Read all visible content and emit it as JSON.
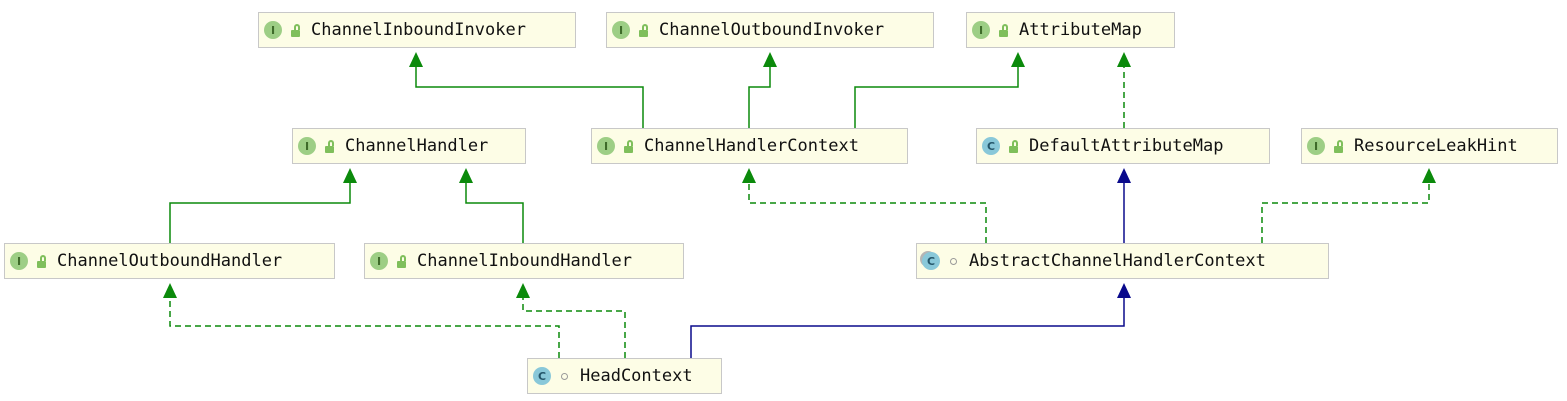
{
  "diagram": {
    "nodes": [
      {
        "id": "ChannelInboundInvoker",
        "label": "ChannelInboundInvoker",
        "kind": "interface",
        "kind_icon": "interface-icon",
        "visibility": "public"
      },
      {
        "id": "ChannelOutboundInvoker",
        "label": "ChannelOutboundInvoker",
        "kind": "interface",
        "kind_icon": "interface-icon",
        "visibility": "public"
      },
      {
        "id": "AttributeMap",
        "label": "AttributeMap",
        "kind": "interface",
        "kind_icon": "interface-icon",
        "visibility": "public"
      },
      {
        "id": "ChannelHandler",
        "label": "ChannelHandler",
        "kind": "interface",
        "kind_icon": "interface-icon",
        "visibility": "public"
      },
      {
        "id": "ChannelHandlerContext",
        "label": "ChannelHandlerContext",
        "kind": "interface",
        "kind_icon": "interface-icon",
        "visibility": "public"
      },
      {
        "id": "DefaultAttributeMap",
        "label": "DefaultAttributeMap",
        "kind": "class",
        "kind_icon": "class-icon",
        "visibility": "public"
      },
      {
        "id": "ResourceLeakHint",
        "label": "ResourceLeakHint",
        "kind": "interface",
        "kind_icon": "interface-icon",
        "visibility": "public"
      },
      {
        "id": "ChannelOutboundHandler",
        "label": "ChannelOutboundHandler",
        "kind": "interface",
        "kind_icon": "interface-icon",
        "visibility": "public"
      },
      {
        "id": "ChannelInboundHandler",
        "label": "ChannelInboundHandler",
        "kind": "interface",
        "kind_icon": "interface-icon",
        "visibility": "public"
      },
      {
        "id": "AbstractChannelHandlerContext",
        "label": "AbstractChannelHandlerContext",
        "kind": "abstract",
        "kind_icon": "abstract-class-icon",
        "visibility": "package"
      },
      {
        "id": "HeadContext",
        "label": "HeadContext",
        "kind": "class",
        "kind_icon": "class-icon",
        "visibility": "package"
      }
    ],
    "edges": [
      {
        "from": "ChannelHandlerContext",
        "to": "ChannelInboundInvoker",
        "type": "extends"
      },
      {
        "from": "ChannelHandlerContext",
        "to": "ChannelOutboundInvoker",
        "type": "extends"
      },
      {
        "from": "ChannelHandlerContext",
        "to": "AttributeMap",
        "type": "extends"
      },
      {
        "from": "DefaultAttributeMap",
        "to": "AttributeMap",
        "type": "implements"
      },
      {
        "from": "ChannelOutboundHandler",
        "to": "ChannelHandler",
        "type": "extends"
      },
      {
        "from": "ChannelInboundHandler",
        "to": "ChannelHandler",
        "type": "extends"
      },
      {
        "from": "AbstractChannelHandlerContext",
        "to": "ChannelHandlerContext",
        "type": "implements"
      },
      {
        "from": "AbstractChannelHandlerContext",
        "to": "DefaultAttributeMap",
        "type": "inherits"
      },
      {
        "from": "AbstractChannelHandlerContext",
        "to": "ResourceLeakHint",
        "type": "implements"
      },
      {
        "from": "HeadContext",
        "to": "ChannelOutboundHandler",
        "type": "implements"
      },
      {
        "from": "HeadContext",
        "to": "ChannelInboundHandler",
        "type": "implements"
      },
      {
        "from": "HeadContext",
        "to": "AbstractChannelHandlerContext",
        "type": "inherits"
      }
    ],
    "colors": {
      "interface_edge": "#0b8a0b",
      "class_edge": "#0a0a8c",
      "node_fill": "#fdfde6",
      "node_border": "#c8c8c8"
    }
  }
}
